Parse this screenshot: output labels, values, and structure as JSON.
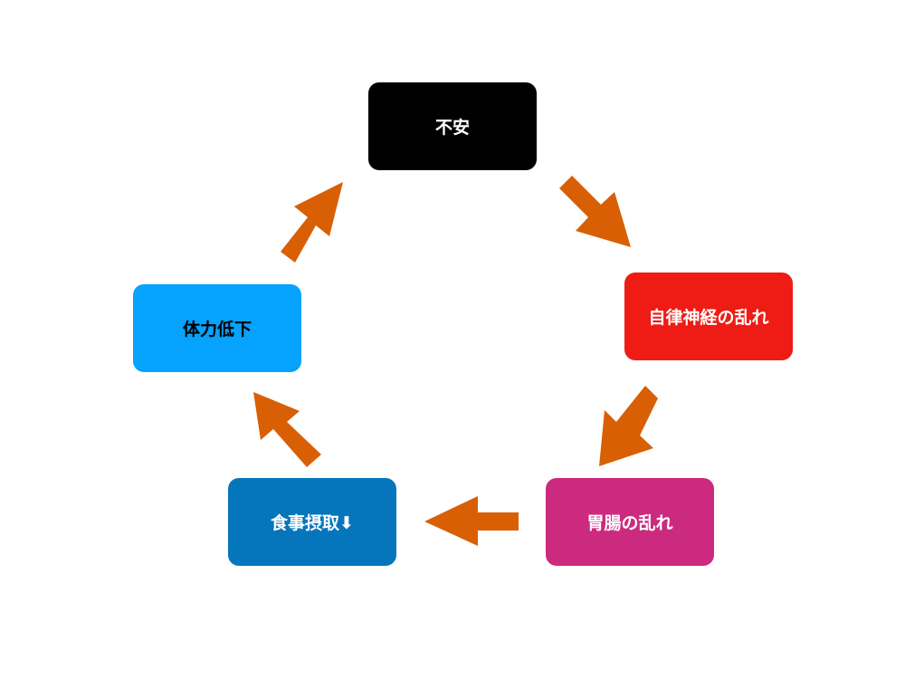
{
  "diagram": {
    "nodes": [
      {
        "id": "anxiety",
        "label": "不安",
        "color": "#000000",
        "text_color": "#ffffff"
      },
      {
        "id": "autonomic",
        "label": "自律神経の乱れ",
        "color": "#ee1c14",
        "text_color": "#ffffff"
      },
      {
        "id": "gut",
        "label": "胃腸の乱れ",
        "color": "#cc2a7f",
        "text_color": "#ffffff"
      },
      {
        "id": "eating",
        "label": "食事摂取⬇",
        "color": "#0676bc",
        "text_color": "#ffffff"
      },
      {
        "id": "stamina",
        "label": "体力低下",
        "color": "#05a2fe",
        "text_color": "#000000"
      }
    ],
    "edges": [
      {
        "from": "anxiety",
        "to": "autonomic"
      },
      {
        "from": "autonomic",
        "to": "gut"
      },
      {
        "from": "gut",
        "to": "eating"
      },
      {
        "from": "eating",
        "to": "stamina"
      },
      {
        "from": "stamina",
        "to": "anxiety"
      }
    ],
    "arrow_color": "#d95f05"
  }
}
